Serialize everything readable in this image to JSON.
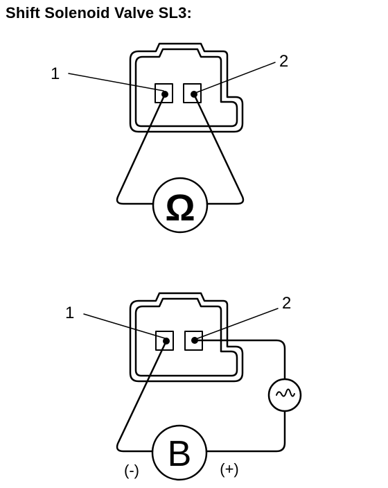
{
  "title": "Shift Solenoid Valve SL3:",
  "diagram_top": {
    "pin_1_label": "1",
    "pin_2_label": "2",
    "meter_symbol": "Ω",
    "meter_icon": "ohmmeter-icon"
  },
  "diagram_bottom": {
    "pin_1_label": "1",
    "pin_2_label": "2",
    "battery_symbol": "B",
    "negative_label": "(-)",
    "positive_label": "(+)",
    "lamp_icon": "bulb-icon"
  },
  "colors": {
    "line": "#000000",
    "background": "#ffffff"
  }
}
